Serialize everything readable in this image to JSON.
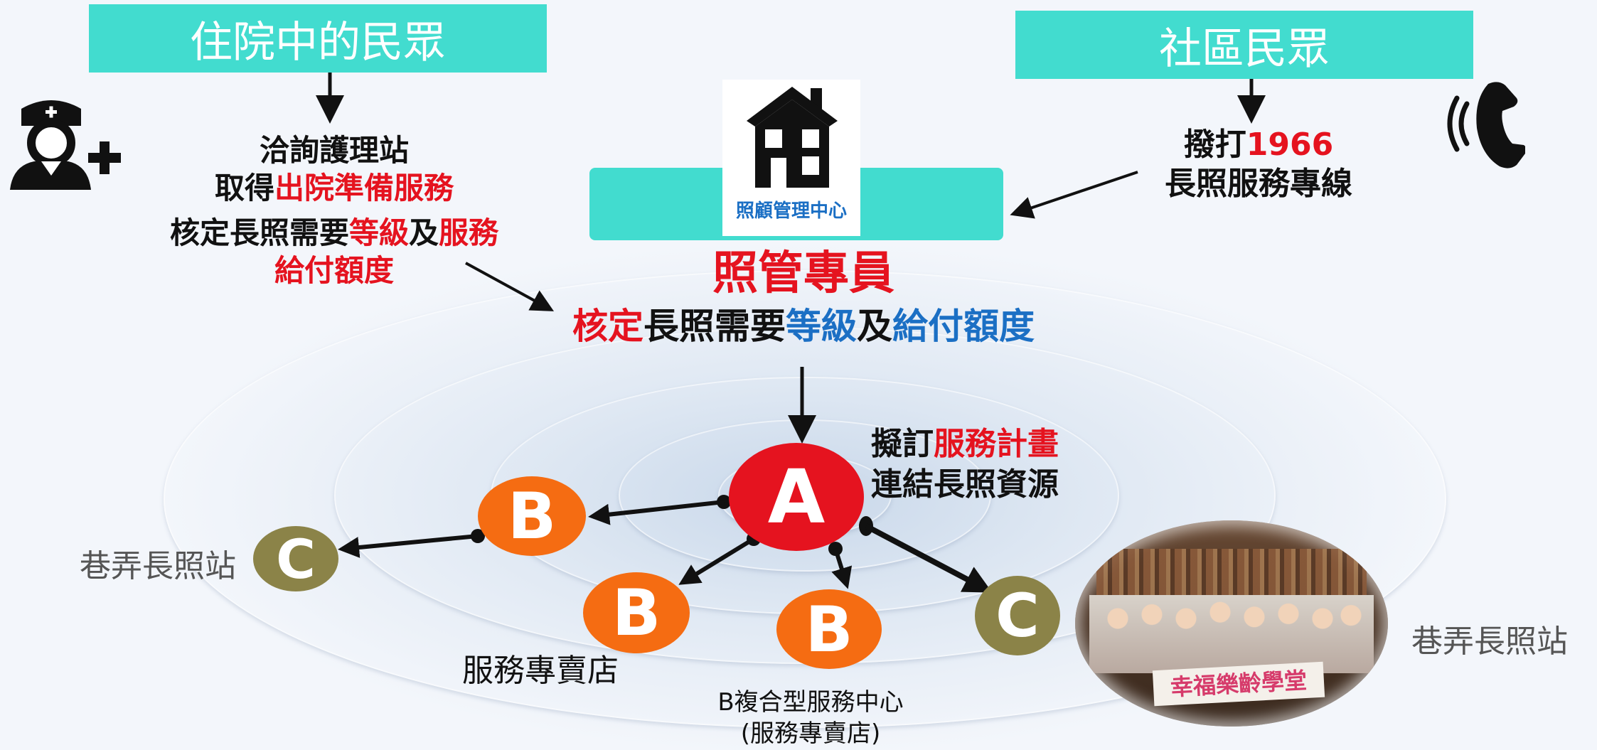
{
  "top_left_bar": "住院中的民眾",
  "top_right_bar": "社區民眾",
  "left_block": {
    "line1": "洽詢護理站",
    "line2_pre": "取得",
    "line2_red": "出院準備服務",
    "line3_pre": "核定長照需要",
    "line3_red1": "等級",
    "line3_mid": "及",
    "line3_red2": "服務",
    "line4_red": "給付額度"
  },
  "right_block": {
    "line1_pre": "撥打",
    "line1_red": "1966",
    "line2": "長照服務專線"
  },
  "center_box_label": "照顧管理中心",
  "care_manager": "照管專員",
  "assess": {
    "red": "核定",
    "mid": "長照需要",
    "blue1": "等級",
    "and": "及",
    "blue2": "給付額度"
  },
  "plan": {
    "line1_pre": "擬訂",
    "line1_red": "服務計畫",
    "line2": "連結長照資源"
  },
  "nodes": {
    "a": "A",
    "b": "B",
    "c": "C"
  },
  "labels": {
    "lane_station_left": "巷弄長照站",
    "lane_station_right": "巷弄長照站",
    "service_shop": "服務專賣店",
    "b_center_line1": "B複合型服務中心",
    "b_center_line2": "(服務專賣店)"
  },
  "photo_banner": "幸福樂齡學堂",
  "icons": [
    "nurse-icon",
    "house-icon",
    "phone-icon"
  ],
  "colors": {
    "teal": "#42dccf",
    "red": "#e5131f",
    "blue": "#1b6fc4",
    "orange": "#f56c12",
    "olive": "#8b8348"
  }
}
